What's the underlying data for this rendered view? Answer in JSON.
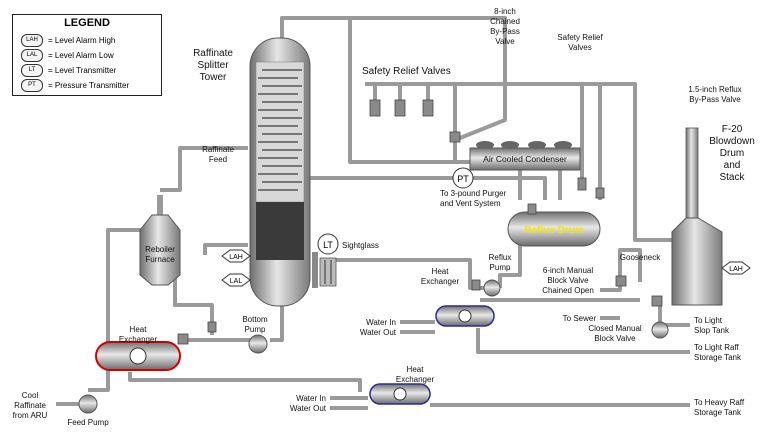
{
  "legend": {
    "title": "LEGEND",
    "items": [
      {
        "tag": "LAH",
        "label": "= Level Alarm High"
      },
      {
        "tag": "LAL",
        "label": "= Level Alarm Low"
      },
      {
        "tag": "LT",
        "label": "= Level Transmitter"
      },
      {
        "tag": "PT",
        "label": "= Pressure Transmitter"
      }
    ]
  },
  "tower": {
    "line1": "Raffinate",
    "line2": "Splitter",
    "line3": "Tower"
  },
  "labels": {
    "safety_relief_valves": "Safety Relief Valves",
    "chained_bypass": [
      "8-inch",
      "Chained",
      "By-Pass",
      "Valve"
    ],
    "safety_relief_valves_2": [
      "Safety Relief",
      "Valves"
    ],
    "reflux_bypass": [
      "1.5-inch Reflux",
      "By-Pass Valve"
    ],
    "blowdown": [
      "F-20",
      "Blowdown",
      "Drum",
      "and",
      "Stack"
    ],
    "raffinate_feed": [
      "Raffinate",
      "Feed"
    ],
    "air_cooled_condenser": "Air Cooled Condenser",
    "purger": [
      "To 3-pound Purger",
      "and Vent System"
    ],
    "reflux_drum": "Reflux Drum",
    "reboiler": [
      "Reboiler",
      "Furnace"
    ],
    "sightglass": "Sightglass",
    "reflux_pump": [
      "Reflux",
      "Pump"
    ],
    "manual_block_valve": [
      "6-inch Manual",
      "Block Valve",
      "Chained Open"
    ],
    "gooseneck": "Gooseneck",
    "heat_exchanger": [
      "Heat",
      "Exchanger"
    ],
    "water_in": "Water In",
    "water_out": "Water Out",
    "to_sewer": "To Sewer",
    "closed_manual_block": [
      "Closed Manual",
      "Block Valve"
    ],
    "to_light_slop": [
      "To Light",
      "Slop Tank"
    ],
    "bottom_pump": [
      "Bottom",
      "Pump"
    ],
    "to_light_raff": [
      "To Light Raff",
      "Storage Tank"
    ],
    "cool_raffinate": [
      "Cool",
      "Raffinate",
      "from ARU"
    ],
    "feed_pump": "Feed Pump",
    "to_heavy_raff": [
      "To Heavy Raff",
      "Storage Tank"
    ]
  },
  "instruments": {
    "pt": "PT",
    "lt": "LT",
    "lah": "LAH",
    "lal": "LAL"
  },
  "colors": {
    "reflux_drum_text": "#f2e600",
    "hx_red": "#d40000",
    "hx_blue": "#2a2a9a",
    "pipe": "#9a9a9a"
  }
}
